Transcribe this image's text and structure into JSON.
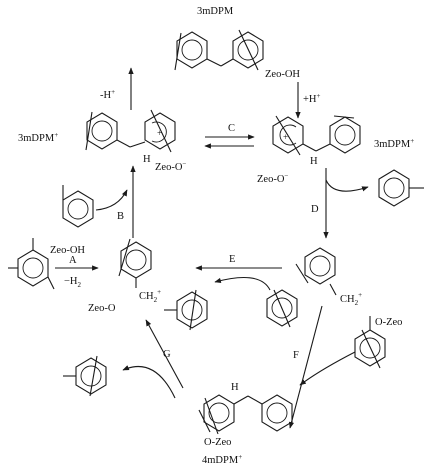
{
  "labels": {
    "top_product": "3mDPM",
    "left_cation": "3mDPM",
    "right_cation": "3mDPM",
    "bottom_cation": "4mDPM",
    "cation_superscript": "+",
    "zeo_oh_top": "Zeo-OH",
    "zeo_oh_left": "Zeo-OH",
    "h_plus": "+H",
    "h_plus_superscript": "+",
    "minus_h_plus": "-H",
    "minus_h_plus_superscript": "+",
    "minus_h2": "−H",
    "minus_h2_subscript": "2",
    "zeo_o_minus_left": "Zeo-O",
    "zeo_o_minus_right": "Zeo-O",
    "zeo_o_minus_superscript": "−",
    "zeo_o_center": "Zeo-O",
    "o_zeo_right": "O-Zeo",
    "o_zeo_bottom": "O-Zeo",
    "ch2_center": "CH",
    "ch2_right": "CH",
    "ch2_subscript": "2",
    "ch2_superscript": "+",
    "h_left": "H",
    "h_right": "H",
    "h_bottom": "H",
    "ring_charge": "+"
  },
  "steps": [
    "A",
    "B",
    "C",
    "D",
    "E",
    "F",
    "G"
  ]
}
